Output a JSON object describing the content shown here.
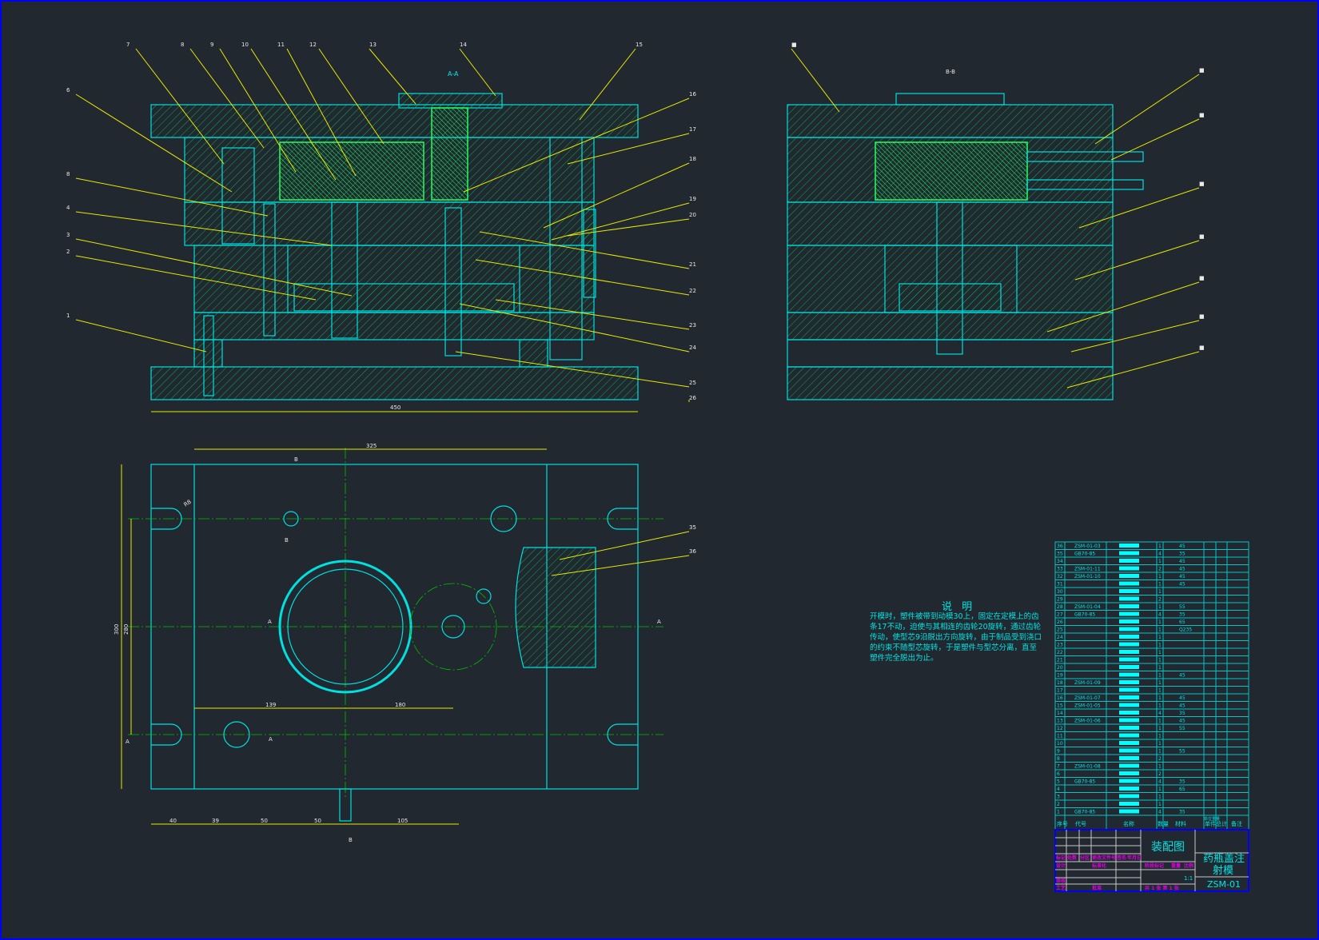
{
  "drawing": {
    "section_aa_title": "A-A",
    "section_bb_title": "B-B",
    "part_labels": [
      "7",
      "8",
      "9",
      "10",
      "11",
      "12",
      "13",
      "14",
      "15",
      "6",
      "8",
      "4",
      "3",
      "2",
      "1",
      "16",
      "17",
      "18",
      "19",
      "20",
      "21",
      "22",
      "23",
      "24",
      "25",
      "26",
      "35",
      "36"
    ],
    "side_labels": [
      "■",
      "■",
      "■",
      "■",
      "■",
      "■",
      "■",
      "■"
    ],
    "dimensions": {
      "overall_width": "450",
      "plate_width": "325",
      "overall_height": "300",
      "inner_height": "280",
      "d1": "139",
      "d2": "180",
      "b1": "40",
      "b2": "39",
      "b3": "50",
      "b4": "50",
      "b5": "105",
      "radius": "R8"
    },
    "section_marks": [
      "A",
      "A",
      "A",
      "A",
      "B",
      "B",
      "B"
    ]
  },
  "notes": {
    "title": "说 明",
    "text": "开模时，塑件被带到动模30上，固定在定模上的齿条17不动，迫使与其相连的齿轮20旋转，通过齿轮传动，使型芯9沿脱出方向旋转，由于制品受到浇口的约束不随型芯旋转，于是塑件与型芯分离，直至塑件完全脱出为止。"
  },
  "parts_list": {
    "headers": [
      "序号",
      "代号",
      "名称",
      "数量",
      "材料",
      "单件",
      "总计",
      "备注"
    ],
    "weight_header": "单位重量",
    "rows": [
      {
        "no": "36",
        "code": "ZSM-01-03",
        "qty": "1",
        "mat": "45"
      },
      {
        "no": "35",
        "code": "GB70-85",
        "qty": "4",
        "mat": "35"
      },
      {
        "no": "34",
        "code": "",
        "qty": "1",
        "mat": "45"
      },
      {
        "no": "33",
        "code": "ZSM-01-11",
        "qty": "2",
        "mat": "45"
      },
      {
        "no": "32",
        "code": "ZSM-01-10",
        "qty": "1",
        "mat": "45"
      },
      {
        "no": "31",
        "code": "",
        "qty": "1",
        "mat": "45"
      },
      {
        "no": "30",
        "code": "",
        "qty": "1",
        "mat": ""
      },
      {
        "no": "29",
        "code": "",
        "qty": "2",
        "mat": ""
      },
      {
        "no": "28",
        "code": "ZSM-01-04",
        "qty": "1",
        "mat": "55"
      },
      {
        "no": "27",
        "code": "GB70-85",
        "qty": "4",
        "mat": "35"
      },
      {
        "no": "26",
        "code": "",
        "qty": "1",
        "mat": "65"
      },
      {
        "no": "25",
        "code": "",
        "qty": "1",
        "mat": "Q235"
      },
      {
        "no": "24",
        "code": "",
        "qty": "1",
        "mat": ""
      },
      {
        "no": "23",
        "code": "",
        "qty": "1",
        "mat": ""
      },
      {
        "no": "22",
        "code": "",
        "qty": "1",
        "mat": ""
      },
      {
        "no": "21",
        "code": "",
        "qty": "1",
        "mat": ""
      },
      {
        "no": "20",
        "code": "",
        "qty": "1",
        "mat": ""
      },
      {
        "no": "19",
        "code": "",
        "qty": "1",
        "mat": "45"
      },
      {
        "no": "18",
        "code": "ZSM-01-09",
        "qty": "1",
        "mat": ""
      },
      {
        "no": "17",
        "code": "",
        "qty": "1",
        "mat": ""
      },
      {
        "no": "16",
        "code": "ZSM-01-07",
        "qty": "1",
        "mat": "45"
      },
      {
        "no": "15",
        "code": "ZSM-01-05",
        "qty": "1",
        "mat": "45"
      },
      {
        "no": "14",
        "code": "",
        "qty": "4",
        "mat": "35"
      },
      {
        "no": "13",
        "code": "ZSM-01-06",
        "qty": "1",
        "mat": "45"
      },
      {
        "no": "12",
        "code": "",
        "qty": "1",
        "mat": "55"
      },
      {
        "no": "11",
        "code": "",
        "qty": "1",
        "mat": ""
      },
      {
        "no": "10",
        "code": "",
        "qty": "1",
        "mat": ""
      },
      {
        "no": "9",
        "code": "",
        "qty": "1",
        "mat": "55"
      },
      {
        "no": "8",
        "code": "",
        "qty": "2",
        "mat": ""
      },
      {
        "no": "7",
        "code": "ZSM-01-08",
        "qty": "1",
        "mat": ""
      },
      {
        "no": "6",
        "code": "",
        "qty": "2",
        "mat": ""
      },
      {
        "no": "5",
        "code": "GB70-85",
        "qty": "4",
        "mat": "35"
      },
      {
        "no": "4",
        "code": "",
        "qty": "1",
        "mat": "65"
      },
      {
        "no": "3",
        "code": "",
        "qty": "1",
        "mat": ""
      },
      {
        "no": "2",
        "code": "",
        "qty": "1",
        "mat": ""
      },
      {
        "no": "1",
        "code": "GB70-85",
        "qty": "4",
        "mat": "35"
      }
    ]
  },
  "title_block": {
    "drawing_name": "装配图",
    "product_name_1": "药瓶盖注",
    "product_name_2": "射模",
    "drawing_no": "ZSM-01",
    "scale": "1:1",
    "sheets": "共 1 张  第 1 张",
    "labels": [
      "标记",
      "处数",
      "分区",
      "更改文件号",
      "签名",
      "年月日",
      "设计",
      "标准化",
      "审核",
      "工艺",
      "批准",
      "阶段标记",
      "重量",
      "比例"
    ]
  },
  "colors": {
    "background": "#212830",
    "outline": "#00e0e0",
    "hatch": "#00c060",
    "leader": "#e8e800",
    "title_text": "#e000e0",
    "border": "#0000ff"
  }
}
